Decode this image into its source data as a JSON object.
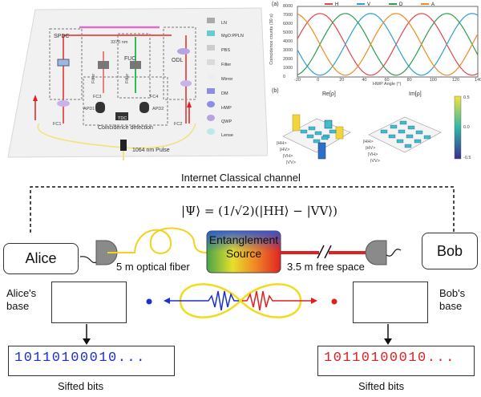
{
  "setup": {
    "labels": {
      "spdc": "SPDC",
      "fuc": "FUC",
      "odl": "ODL",
      "distance": "3370 nm",
      "fc1": "FC1",
      "fc2": "FC2",
      "fc3": "FC3",
      "fc4": "FC4",
      "apd1": "APD1",
      "apd2": "APD2",
      "tdc": "TDC",
      "coincidence": "Coincidence detection",
      "pulse": "1064 nm Pulse",
      "filt1": "Filter",
      "filt2": "Filter"
    },
    "legend": [
      "LN",
      "MgO:PPLN",
      "PBS",
      "Filter",
      "Mirror",
      "DM",
      "HWP",
      "QWP",
      "Lense"
    ]
  },
  "plot_a": {
    "panel": "(a)",
    "ylabel": "Coincidence counts (30 s)",
    "xlabel": "HWP Angle (°)",
    "yticks": [
      "8000",
      "7000",
      "6000",
      "5000",
      "4000",
      "3000",
      "2000",
      "1000",
      "0"
    ],
    "xticks": [
      "-20",
      "0",
      "20",
      "40",
      "60",
      "80",
      "100",
      "120",
      "140"
    ],
    "legend": [
      "H",
      "V",
      "D",
      "A"
    ],
    "colors": [
      "#e0474c",
      "#2e9fd6",
      "#2e9e4a",
      "#f08a24"
    ]
  },
  "plot_b": {
    "panel": "(b)",
    "re_title": "Re[ρ]",
    "im_title": "Im[ρ]",
    "cbar_ticks": [
      "0.5",
      "0.0",
      "-0.5"
    ],
    "axis_labels": [
      "|HH>",
      "|HV>",
      "|VH>",
      "|VV>"
    ]
  },
  "diagram": {
    "channel": "Internet Classical channel",
    "equation": "|Ψ⟩ = (1/√2)(|HH⟩ − |VV⟩)",
    "alice": "Alice",
    "bob": "Bob",
    "source_line1": "Entanglement",
    "source_line2": "Source",
    "fiber": "5 m optical fiber",
    "free_space": "3.5 m free space",
    "alice_base": "Alice's\nbase",
    "bob_base": "Bob's\nbase",
    "alice_bits": "10110100010...",
    "bob_bits": "10110100010...",
    "sifted_left": "Sifted bits",
    "sifted_right": "Sifted bits",
    "colors": {
      "alice_bits": "#1d2fd0",
      "bob_bits": "#e02020",
      "ellipse": "#f0dc1c"
    }
  }
}
